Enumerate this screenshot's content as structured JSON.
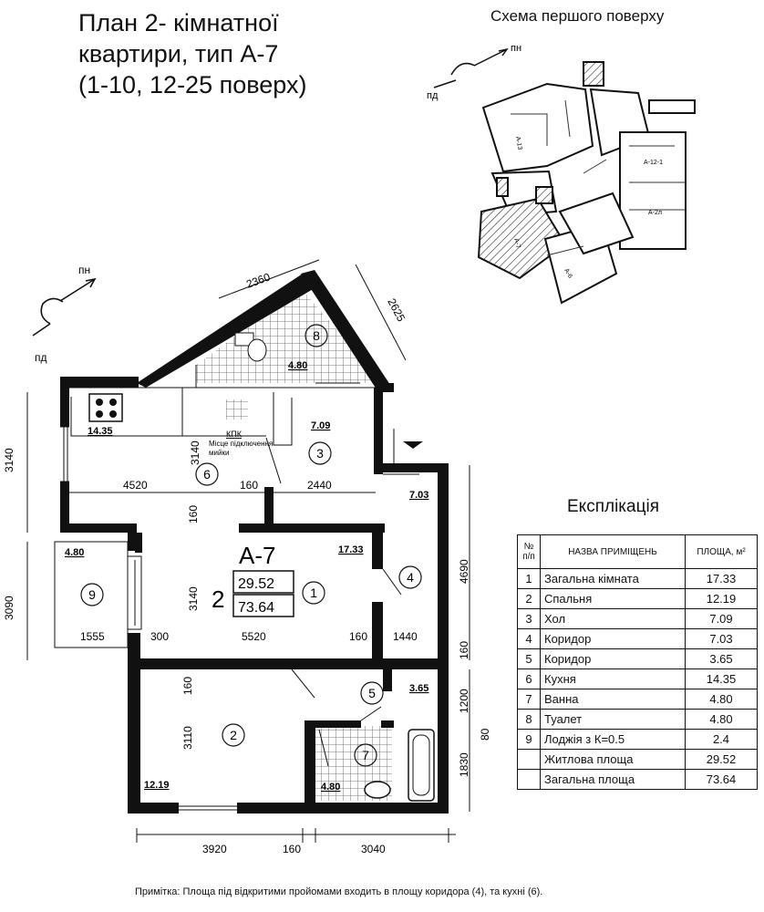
{
  "title": {
    "line1": "План 2- кімнатної",
    "line2": "квартири, тип А-7",
    "line3": "(1-10, 12-25 поверх)"
  },
  "scheme": {
    "title": "Схема першого поверху",
    "north": "пн",
    "south": "пд",
    "labels": [
      "А-13",
      "А-12-1",
      "А-2л",
      "А-7",
      "А-6"
    ]
  },
  "compass": {
    "north": "пн",
    "south": "пд"
  },
  "plan": {
    "apartment_type": "А-7",
    "rooms_count": "2",
    "living_area": "29.52",
    "total_area": "73.64",
    "room_numbers": [
      "1",
      "2",
      "3",
      "4",
      "5",
      "6",
      "7",
      "8",
      "9"
    ],
    "room_areas": {
      "r1": "17.33",
      "r2": "12.19",
      "r3": "7.09",
      "r4": "7.03",
      "r5": "3.65",
      "r6": "14.35",
      "r7": "4.80",
      "r8": "4.80",
      "r9": "4.80"
    },
    "kpk_label": "КПК",
    "kpk_note1": "Місце підключення",
    "kpk_note2": "мийки",
    "dimensions": {
      "d2360": "2360",
      "d2625": "2625",
      "d3140a": "3140",
      "d3140b": "3140",
      "d3140c": "3140",
      "d4520": "4520",
      "d160a": "160",
      "d2440": "2440",
      "d160b": "160",
      "d3090": "3090",
      "d1555": "1555",
      "d300": "300",
      "d5520": "5520",
      "d160c": "160",
      "d1440": "1440",
      "d4690": "4690",
      "d160d": "160",
      "d160e": "160",
      "d1200": "1200",
      "d3110": "3110",
      "d80": "80",
      "d1830": "1830",
      "d3920": "3920",
      "d160f": "160",
      "d3040": "3040"
    }
  },
  "explication": {
    "title": "Експлікація",
    "headers": {
      "num": "№ п/п",
      "name": "НАЗВА ПРИМІЩЕНЬ",
      "area": "ПЛОЩА, м²"
    },
    "rows": [
      {
        "n": "1",
        "name": "Загальна кімната",
        "area": "17.33"
      },
      {
        "n": "2",
        "name": "Спальня",
        "area": "12.19"
      },
      {
        "n": "3",
        "name": "Хол",
        "area": "7.09"
      },
      {
        "n": "4",
        "name": "Коридор",
        "area": "7.03"
      },
      {
        "n": "5",
        "name": "Коридор",
        "area": "3.65"
      },
      {
        "n": "6",
        "name": "Кухня",
        "area": "14.35"
      },
      {
        "n": "7",
        "name": "Ванна",
        "area": "4.80"
      },
      {
        "n": "8",
        "name": "Туалет",
        "area": "4.80"
      },
      {
        "n": "9",
        "name": "Лоджія з К=0.5",
        "area": "2.4"
      }
    ],
    "living": {
      "name": "Житлова площа",
      "area": "29.52"
    },
    "total": {
      "name": "Загальна площа",
      "area": "73.64"
    }
  },
  "note": "Примітка: Площа під відкритими пройомами входить в площу коридора (4), та кухні (6)."
}
